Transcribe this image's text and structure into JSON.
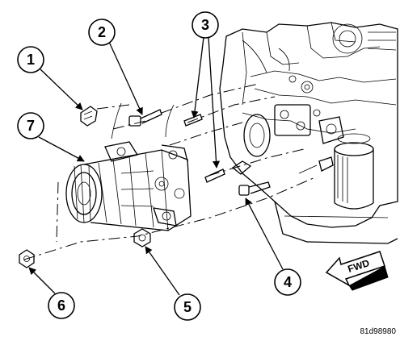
{
  "callouts": [
    {
      "label": "1"
    },
    {
      "label": "2"
    },
    {
      "label": "3"
    },
    {
      "label": "4"
    },
    {
      "label": "5"
    },
    {
      "label": "6"
    },
    {
      "label": "7"
    }
  ],
  "direction_label": "FWD",
  "figure_id": "81d98980"
}
